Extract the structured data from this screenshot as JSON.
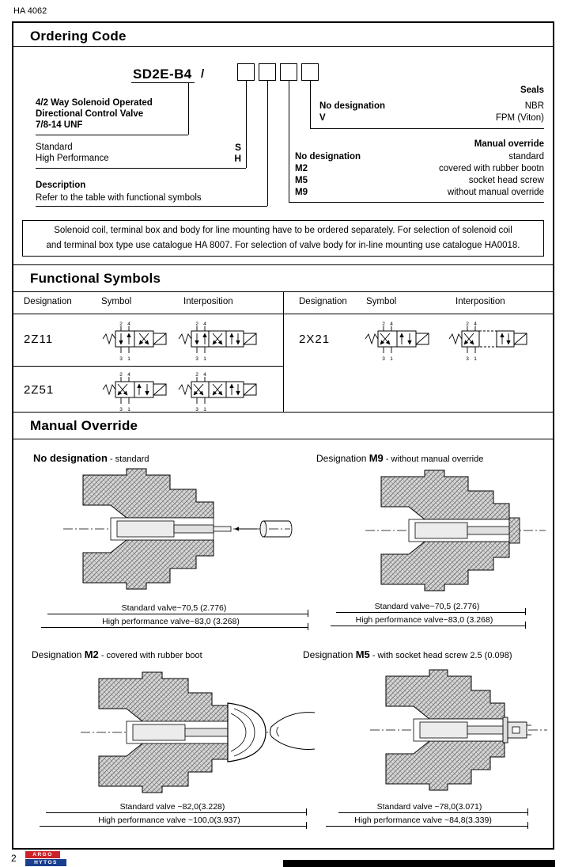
{
  "doc": {
    "number": "HA 4062",
    "page": "2",
    "brand_top": "ARGO",
    "brand_bottom": "HYTOS"
  },
  "ordering": {
    "title": "Ordering Code",
    "model": "SD2E-B4",
    "separator": "/",
    "valve_type": [
      "4/2 Way Solenoid Operated",
      "Directional Control Valve",
      "7/8-14 UNF"
    ],
    "performance": [
      {
        "label": "Standard",
        "code": "S"
      },
      {
        "label": "High Performance",
        "code": "H"
      }
    ],
    "description_label": "Description",
    "description_text": "Refer to the table with functional symbols",
    "seals_header": "Seals",
    "seals": [
      {
        "code": "No designation",
        "value": "NBR"
      },
      {
        "code": "V",
        "value": "FPM (Viton)"
      }
    ],
    "override_header": "Manual override",
    "override": [
      {
        "code": "No designation",
        "value": "standard"
      },
      {
        "code": "M2",
        "value": "covered with rubber bootn"
      },
      {
        "code": "M5",
        "value": "socket head screw"
      },
      {
        "code": "M9",
        "value": "without manual override"
      }
    ],
    "note_line1": "Solenoid coil, terminal box and body for line mounting have to be ordered separately. For selection of solenoid coil",
    "note_line2": "and terminal box type use catalogue HA 8007. For selection of valve body for in-line mounting use catalogue HA0018."
  },
  "symbols": {
    "title": "Functional Symbols",
    "col_designation": "Designation",
    "col_symbol": "Symbol",
    "col_interposition": "Interposition",
    "ports": {
      "p2": "2",
      "p4": "4",
      "p3": "3",
      "p1": "1"
    },
    "left_rows": [
      "2Z11",
      "2Z51"
    ],
    "right_rows": [
      "2X21"
    ]
  },
  "override_section": {
    "title": "Manual Override",
    "figures": [
      {
        "pre": "",
        "code": "No designation",
        "desc": " - standard",
        "dim_standard": "Standard valve~70,5 (2.776)",
        "dim_high": "High performance valve~83,0 (3.268)"
      },
      {
        "pre": "Designation ",
        "code": "M9",
        "desc": " - without manual override",
        "dim_standard": "Standard valve~70,5 (2.776)",
        "dim_high": "High performance valve~83,0 (3.268)"
      },
      {
        "pre": "Designation ",
        "code": "M2",
        "desc": " - covered with rubber boot",
        "dim_standard": "Standard valve ~82,0(3.228)",
        "dim_high": "High performance valve ~100,0(3.937)"
      },
      {
        "pre": "Designation ",
        "code": "M5",
        "desc": " - with socket head screw 2.5 (0.098)",
        "dim_standard": "Standard valve ~78,0(3.071)",
        "dim_high": "High performance valve ~84,8(3.339)"
      }
    ]
  }
}
